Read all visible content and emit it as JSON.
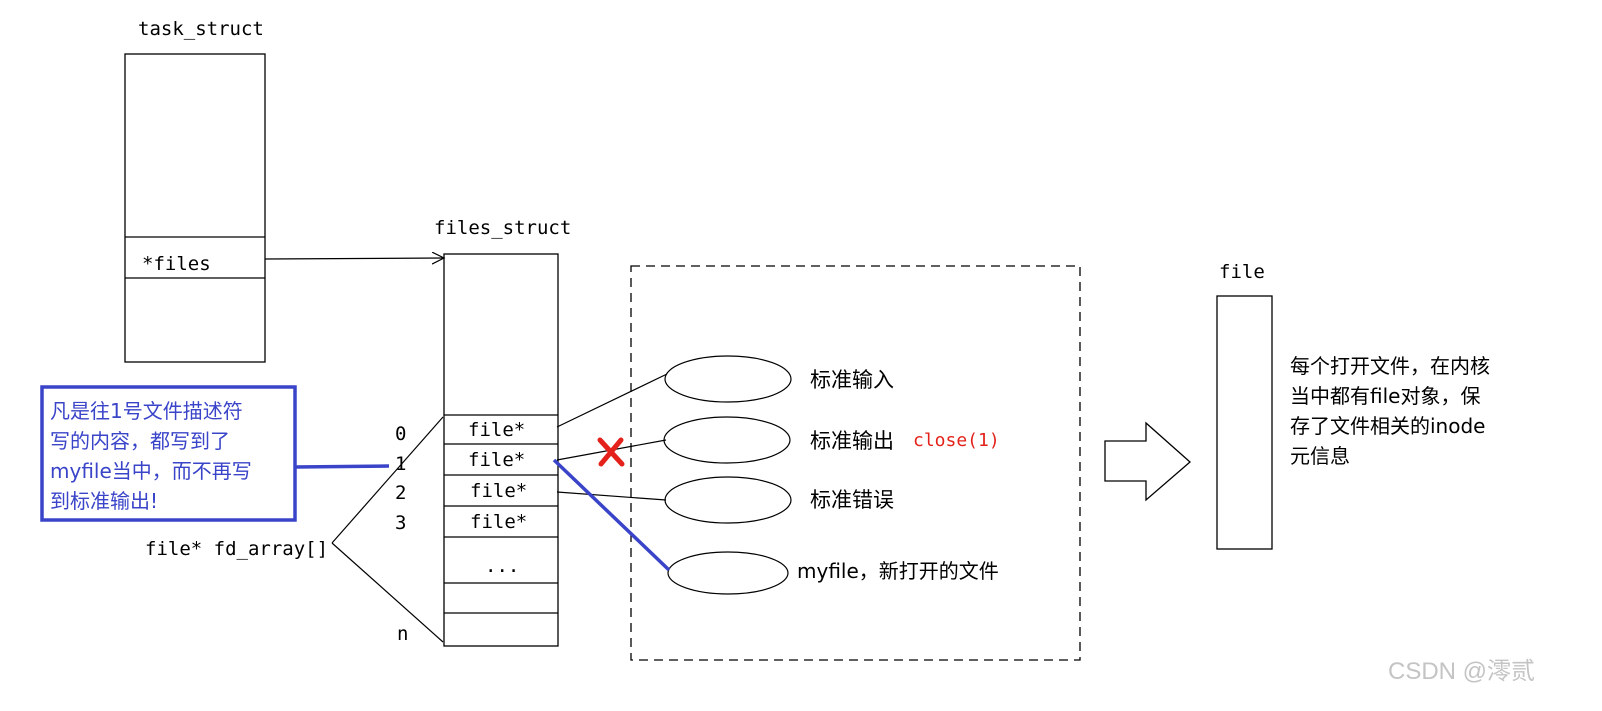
{
  "task_struct": {
    "title": "task_struct",
    "field_files": "*files"
  },
  "files_struct": {
    "title": "files_struct",
    "index_labels": [
      "0",
      "1",
      "2",
      "3",
      "n"
    ],
    "slots": [
      "file*",
      "file*",
      "file*",
      "file*",
      "..."
    ],
    "fd_array_label": "file* fd_array[]"
  },
  "file_objects": [
    {
      "label": "标准输入"
    },
    {
      "label": "标准输出",
      "annotation": "close(1)"
    },
    {
      "label": "标准错误"
    },
    {
      "label": "myfile，新打开的文件"
    }
  ],
  "file_struct": {
    "title": "file"
  },
  "note_blue": {
    "lines": [
      "凡是往1号文件描述符",
      "写的内容，都写到了",
      "myfile当中，而不再写",
      "到标准输出!"
    ]
  },
  "description": {
    "lines": [
      "每个打开文件，在内核",
      "当中都有file对象，保",
      "存了文件相关的inode",
      "元信息"
    ]
  },
  "watermark": "CSDN @澪贰",
  "colors": {
    "blue": "#3a44c9",
    "red": "#e4221b",
    "line": "#000000",
    "watermark": "#c4c4c4"
  }
}
